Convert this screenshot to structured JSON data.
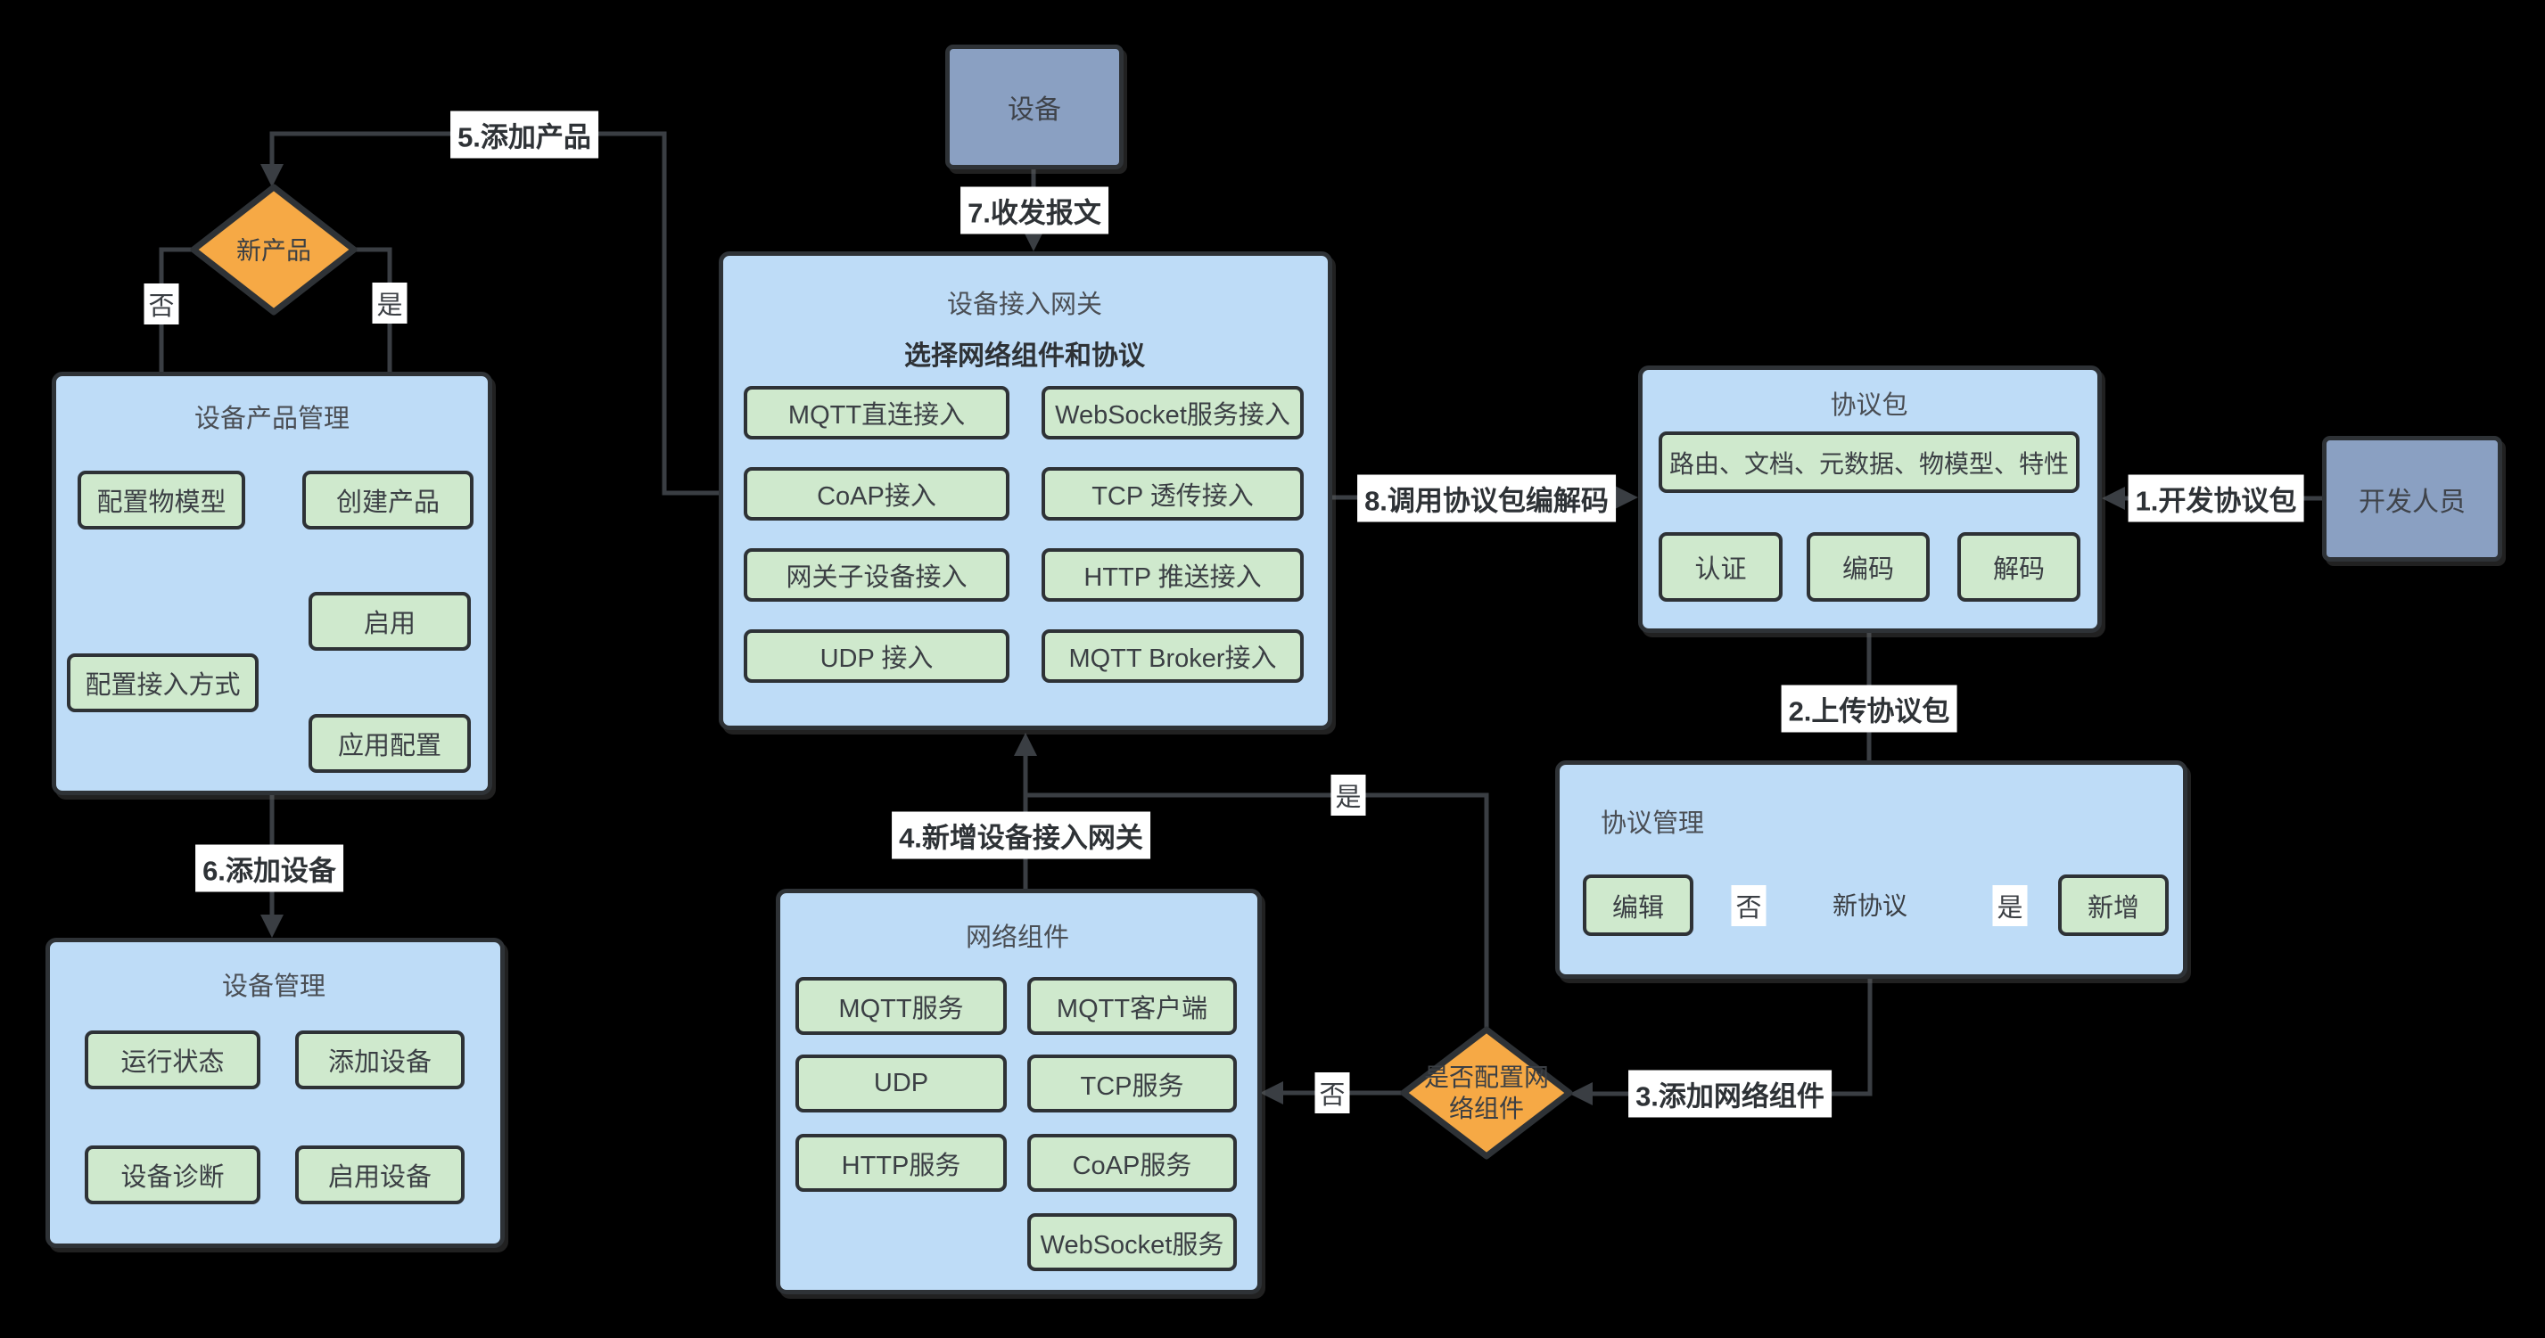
{
  "diagram": {
    "background": "#000000",
    "colors": {
      "container_fill": "#bedcf7",
      "button_fill": "#cfe9cd",
      "decision_fill": "#f6a945",
      "actor_fill": "#8aa0c2",
      "line": "#3a3e43",
      "border": "#2e3236",
      "label_chip_bg": "#ffffff"
    }
  },
  "nodes": {
    "device": {
      "label": "设备"
    },
    "developer": {
      "label": "开发人员"
    },
    "gateway": {
      "title": "设备接入网关",
      "subtitle": "选择网络组件和协议",
      "buttons": [
        "MQTT直连接入",
        "WebSocket服务接入",
        "CoAP接入",
        "TCP 透传接入",
        "网关子设备接入",
        "HTTP 推送接入",
        "UDP 接入",
        "MQTT Broker接入"
      ]
    },
    "product_mgmt": {
      "title": "设备产品管理",
      "buttons": [
        "配置物模型",
        "创建产品",
        "配置接入方式",
        "启用",
        "应用配置"
      ]
    },
    "device_mgmt": {
      "title": "设备管理",
      "buttons": [
        "运行状态",
        "添加设备",
        "设备诊断",
        "启用设备"
      ]
    },
    "network": {
      "title": "网络组件",
      "buttons": [
        "MQTT服务",
        "MQTT客户端",
        "UDP",
        "TCP服务",
        "HTTP服务",
        "CoAP服务",
        "WebSocket服务"
      ]
    },
    "protocol_pkg": {
      "title": "协议包",
      "buttons": [
        "路由、文档、元数据、物模型、特性",
        "认证",
        "编码",
        "解码"
      ]
    },
    "protocol_mgmt": {
      "title": "协议管理",
      "buttons": [
        "编辑",
        "新增"
      ]
    }
  },
  "decisions": {
    "new_product": {
      "label": "新产品",
      "yes": "是",
      "no": "否"
    },
    "new_protocol": {
      "label": "新协议",
      "yes": "是",
      "no": "否"
    },
    "config_network": {
      "label": "是否配置网络组件",
      "yes": "是",
      "no": "否"
    }
  },
  "edge_labels": {
    "step1": "1.开发协议包",
    "step2": "2.上传协议包",
    "step3": "3.添加网络组件",
    "step4": "4.新增设备接入网关",
    "step5": "5.添加产品",
    "step6": "6.添加设备",
    "step7": "7.收发报文",
    "step8": "8.调用协议包编解码"
  }
}
